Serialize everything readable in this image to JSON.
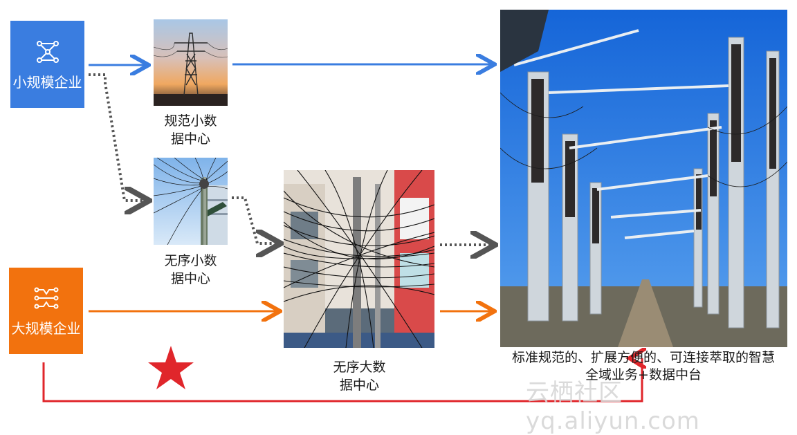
{
  "nodes": {
    "small_enterprise": {
      "label": "小规模企业",
      "color": "#3a7de0"
    },
    "large_enterprise": {
      "label": "大规模企业",
      "color": "#f2720e"
    }
  },
  "captions": {
    "regular_small_dc": "规范小数据中心",
    "regular_small_dc_lines": [
      "规范小数",
      "据中心"
    ],
    "unordered_small_dc_lines": [
      "无序小数",
      "据中心"
    ],
    "unordered_large_dc_lines": [
      "无序大数",
      "据中心"
    ],
    "final_lines": [
      "标准规范的、扩展方便的、可连接萃取的智慧",
      "全域业务+数据中台"
    ]
  },
  "watermark": "云栖社区 yq.aliyun.com",
  "colors": {
    "blue_arrow": "#3a7de0",
    "orange_arrow": "#f2720e",
    "dotted_arrow": "#555555",
    "red_path": "#e0262b",
    "star": "#e0262b"
  }
}
